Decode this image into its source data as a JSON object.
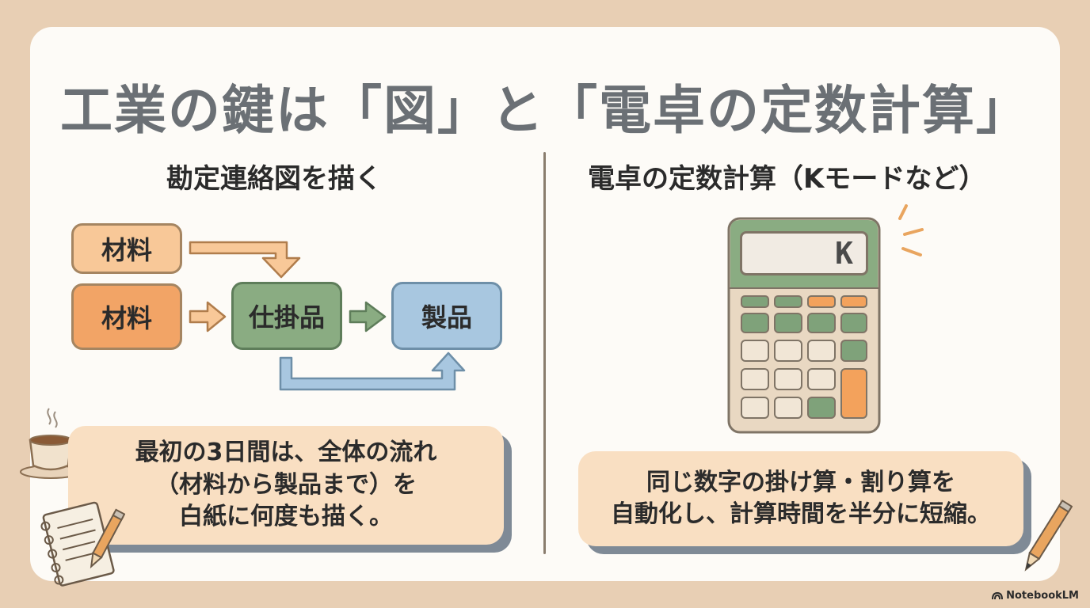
{
  "title": "工業の鍵は「図」と「電卓の定数計算」",
  "left": {
    "heading": "勘定連絡図を描く",
    "flow": {
      "material_top": "材料",
      "material_bottom": "材料",
      "wip": "仕掛品",
      "product": "製品"
    },
    "note_lines": [
      "最初の3日間は、全体の流れ",
      "（材料から製品まで）を",
      "白紙に何度も描く。"
    ]
  },
  "right": {
    "heading": "電卓の定数計算（Kモードなど）",
    "display": "K",
    "note_lines": [
      "同じ数字の掛け算・割り算を",
      "自動化し、計算時間を半分に短縮。"
    ]
  },
  "icons": [
    "coffee-cup-icon",
    "notepad-icon",
    "pencil-icon",
    "calculator-icon",
    "sparkle-icon"
  ],
  "brand": "NotebookLM",
  "colors": {
    "background": "#e8cfb4",
    "card": "#fdfbf7",
    "title": "#6b7075",
    "material_light": "#f8c898",
    "material_dark": "#f2a466",
    "wip": "#8aac82",
    "product": "#a8c7e0",
    "note": "#f9dfc2",
    "calc_body": "#e9d8c2",
    "calc_top": "#8aac82",
    "key_green": "#7fa27a",
    "key_orange": "#f3a25c",
    "key_cream": "#f1e6d6"
  }
}
